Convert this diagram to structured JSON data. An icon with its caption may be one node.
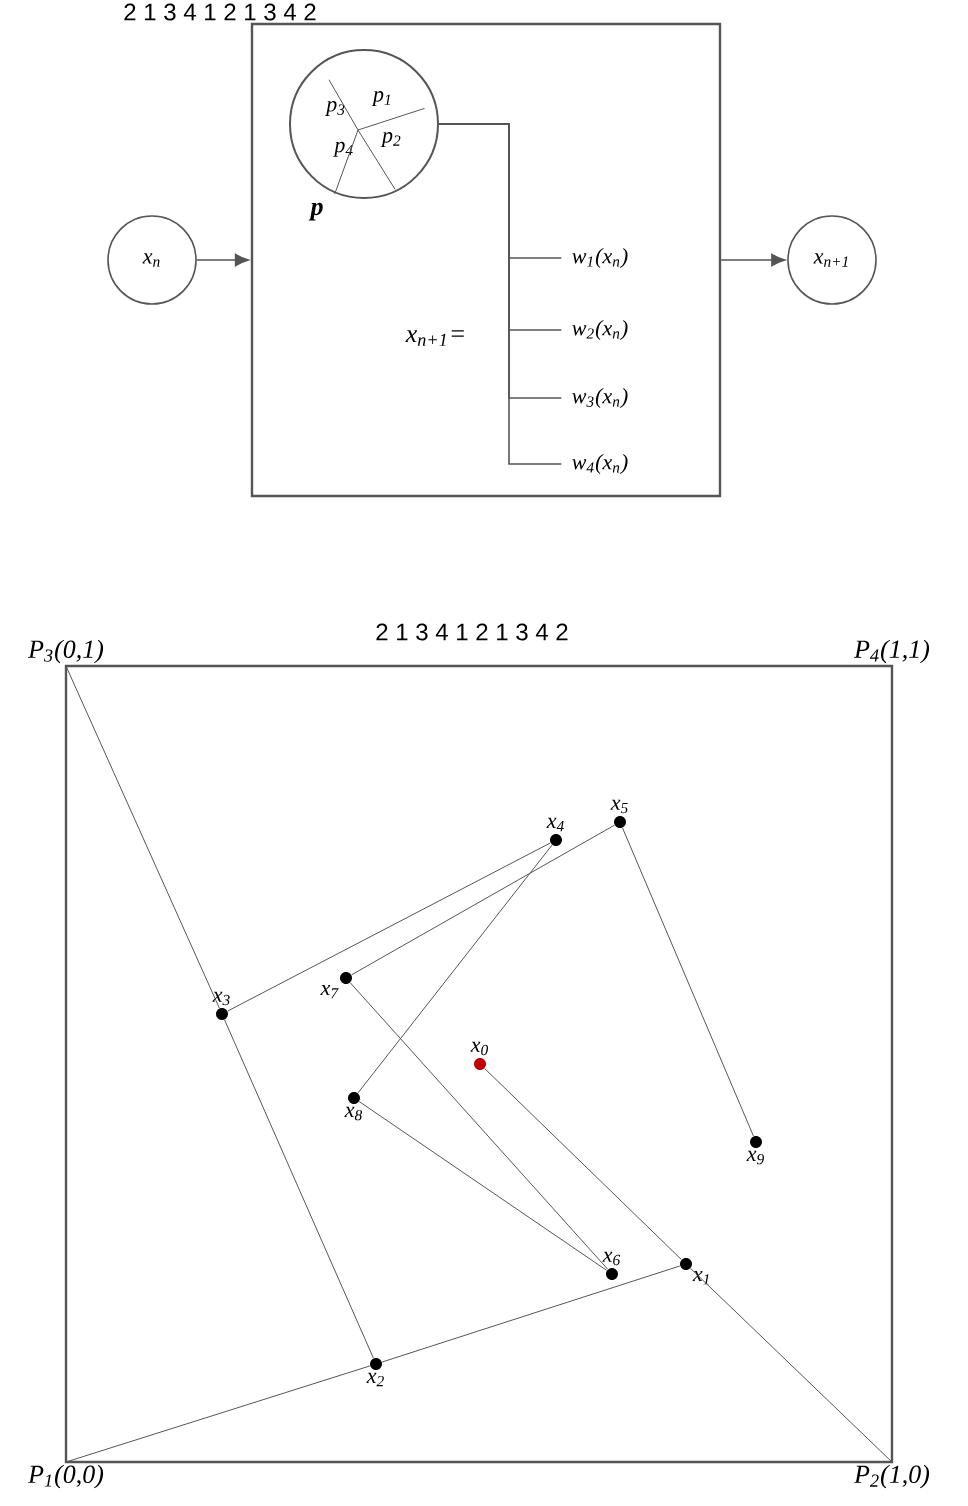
{
  "diagram": {
    "nodes": [
      {
        "text": [
          "x$_{n}$"
        ]
      },
      {
        "text": [
          "x$_{n+1}$="
        ]
      },
      {
        "text": [
          "p$_{1}$",
          "p$_{2}$",
          "p$_{3}$",
          "p$_{4}$"
        ],
        "beside": [
          "p"
        ],
        "in": 1
      },
      {
        "text": [
          "w$_{1}$(x$_{n}$)"
        ],
        "in": 1
      },
      {
        "text": [
          "w$_{2}$(x$_{n}$)"
        ],
        "in": 1
      },
      {
        "text": [
          "w$_{3}$(x$_{n}$)"
        ],
        "in": 1
      },
      {
        "text": [
          "w$_{4}$(x$_{n}$)"
        ],
        "in": 1
      },
      {
        "text": [
          "x$_{n+1}$"
        ]
      },
      {
        "text": [
          "P$_{3}$(0,1)"
        ]
      },
      {
        "text": [
          "P$_{4}$(1,1)"
        ]
      },
      {
        "text": [
          "P$_{1}$(0,0)"
        ]
      },
      {
        "text": [
          "P$_{2}$(1,0)"
        ]
      },
      {
        "text": [
          "x$_{0}$"
        ]
      },
      {
        "text": [
          "x$_{1}$"
        ]
      },
      {
        "text": [
          "x$_{2}$"
        ]
      },
      {
        "text": [
          "x$_{3}$"
        ]
      },
      {
        "text": [
          "x$_{4}$"
        ]
      },
      {
        "text": [
          "x$_{5}$"
        ]
      },
      {
        "text": [
          "x$_{6}$"
        ]
      },
      {
        "text": [
          "x$_{7}$"
        ]
      },
      {
        "text": [
          "x$_{8}$"
        ]
      },
      {
        "text": [
          "x$_{9}$"
        ]
      }
    ],
    "edges": [
      {
        "from": 0,
        "to": 1,
        "arrow": "to"
      },
      {
        "from": 1,
        "to": 7,
        "arrow": "to"
      },
      {
        "from": 2,
        "to": 3,
        "arrow": "none"
      },
      {
        "from": 2,
        "to": 4,
        "arrow": "none"
      },
      {
        "from": 2,
        "to": 5,
        "arrow": "none"
      },
      {
        "from": 2,
        "to": 6,
        "arrow": "none"
      },
      {
        "from": 8,
        "to": 15,
        "arrow": "none"
      },
      {
        "from": 15,
        "to": 14,
        "arrow": "none"
      },
      {
        "from": 10,
        "to": 14,
        "arrow": "none"
      },
      {
        "from": 14,
        "to": 13,
        "arrow": "none"
      },
      {
        "from": 12,
        "to": 13,
        "arrow": "none"
      },
      {
        "from": 13,
        "to": 11,
        "arrow": "none"
      },
      {
        "from": 15,
        "to": 16,
        "arrow": "none"
      },
      {
        "from": 16,
        "to": 20,
        "arrow": "none"
      },
      {
        "from": 20,
        "to": 18,
        "arrow": "none"
      },
      {
        "from": 18,
        "to": 19,
        "arrow": "none"
      },
      {
        "from": 19,
        "to": 17,
        "arrow": "none"
      },
      {
        "from": 17,
        "to": 21,
        "arrow": "none"
      }
    ],
    "labels": [
      "2 1 3 4 1 2 1 3 4 2",
      "2 1 3 4 1 2 1 3 4 2"
    ]
  }
}
